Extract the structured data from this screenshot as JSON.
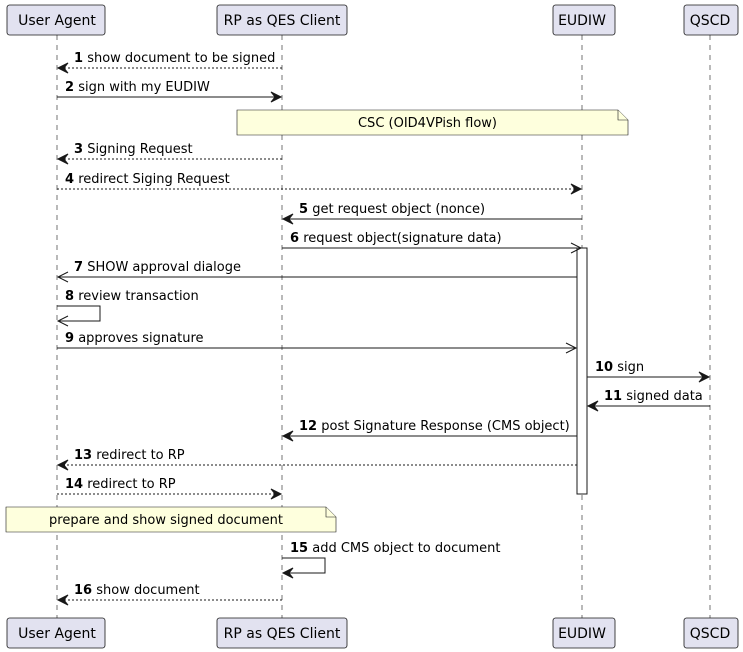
{
  "participants": [
    {
      "id": "ua",
      "label": "User Agent"
    },
    {
      "id": "rp",
      "label": "RP as QES Client"
    },
    {
      "id": "eudiw",
      "label": "EUDIW"
    },
    {
      "id": "qscd",
      "label": "QSCD"
    }
  ],
  "notes": [
    {
      "text": "CSC (OID4VPish flow)"
    },
    {
      "text": "prepare and show signed document"
    }
  ],
  "messages": [
    {
      "num": "1",
      "text": "show document to be signed",
      "from": "rp",
      "to": "ua",
      "style": "dashed",
      "head": "filled"
    },
    {
      "num": "2",
      "text": "sign with my EUDIW",
      "from": "ua",
      "to": "rp",
      "style": "solid",
      "head": "filled"
    },
    {
      "num": "3",
      "text": "Signing Request",
      "from": "rp",
      "to": "ua",
      "style": "dashed",
      "head": "filled"
    },
    {
      "num": "4",
      "text": "redirect Siging Request",
      "from": "ua",
      "to": "eudiw",
      "style": "dashed",
      "head": "filled"
    },
    {
      "num": "5",
      "text": "get request object (nonce)",
      "from": "eudiw",
      "to": "rp",
      "style": "solid",
      "head": "filled"
    },
    {
      "num": "6",
      "text": "request object(signature data)",
      "from": "rp",
      "to": "eudiw",
      "style": "solid",
      "head": "open"
    },
    {
      "num": "7",
      "text": "SHOW approval dialoge",
      "from": "eudiw",
      "to": "ua",
      "style": "solid",
      "head": "open"
    },
    {
      "num": "8",
      "text": "review transaction",
      "from": "ua",
      "to": "ua",
      "style": "solid",
      "head": "open"
    },
    {
      "num": "9",
      "text": "approves signature",
      "from": "ua",
      "to": "eudiw",
      "style": "solid",
      "head": "open"
    },
    {
      "num": "10",
      "text": "sign",
      "from": "eudiw",
      "to": "qscd",
      "style": "solid",
      "head": "filled"
    },
    {
      "num": "11",
      "text": "signed data",
      "from": "qscd",
      "to": "eudiw",
      "style": "solid",
      "head": "filled"
    },
    {
      "num": "12",
      "text": "post Signature Response (CMS object)",
      "from": "eudiw",
      "to": "rp",
      "style": "solid",
      "head": "filled"
    },
    {
      "num": "13",
      "text": "redirect to RP",
      "from": "eudiw",
      "to": "ua",
      "style": "dashed",
      "head": "filled"
    },
    {
      "num": "14",
      "text": "redirect to RP",
      "from": "ua",
      "to": "rp",
      "style": "dashed",
      "head": "filled"
    },
    {
      "num": "15",
      "text": "add CMS object to document",
      "from": "rp",
      "to": "rp",
      "style": "solid",
      "head": "filled"
    },
    {
      "num": "16",
      "text": "show document",
      "from": "rp",
      "to": "ua",
      "style": "dashed",
      "head": "filled"
    }
  ]
}
